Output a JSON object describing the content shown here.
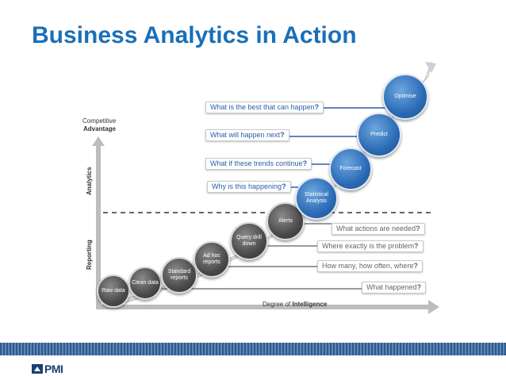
{
  "title": "Business Analytics in Action",
  "y_axis": {
    "line1": "Competitive",
    "line2": "Advantage"
  },
  "x_axis": {
    "prefix": "Degree of ",
    "emphasis": "Intelligence"
  },
  "zones": {
    "upper": "Analytics",
    "lower": "Reporting"
  },
  "questions_analytics": [
    {
      "text": "What is the best that can happen",
      "mark": "?"
    },
    {
      "text": "What will happen next",
      "mark": "?"
    },
    {
      "text": "What if these trends continue",
      "mark": "?"
    },
    {
      "text": "Why is this happening",
      "mark": "?"
    }
  ],
  "questions_reporting": [
    {
      "text": "What actions are needed",
      "mark": "?"
    },
    {
      "text": "Where exactly is the problem",
      "mark": "?"
    },
    {
      "text": "How many, how often, where",
      "mark": "?"
    },
    {
      "text": "What happened",
      "mark": "?"
    }
  ],
  "stages": [
    {
      "label": "Raw data",
      "style": "dark"
    },
    {
      "label": "Clean data",
      "style": "dark"
    },
    {
      "label": "Standard reports",
      "style": "dark"
    },
    {
      "label": "Ad hoc reports",
      "style": "dark"
    },
    {
      "label": "Query drill down",
      "style": "dark"
    },
    {
      "label": "Alerts",
      "style": "dark"
    },
    {
      "label": "Statistical Analysis",
      "style": "blue"
    },
    {
      "label": "Forecast",
      "style": "blue"
    },
    {
      "label": "Predict",
      "style": "blue"
    },
    {
      "label": "Optimise",
      "style": "blue"
    }
  ],
  "footer": {
    "logo": "PMI"
  },
  "colors": {
    "title": "#1a6fb8",
    "question_blue": "#2a5ea8",
    "question_gray": "#666666",
    "stage_dark": "#4a4a4a",
    "stage_blue": "#2b6bb5"
  }
}
